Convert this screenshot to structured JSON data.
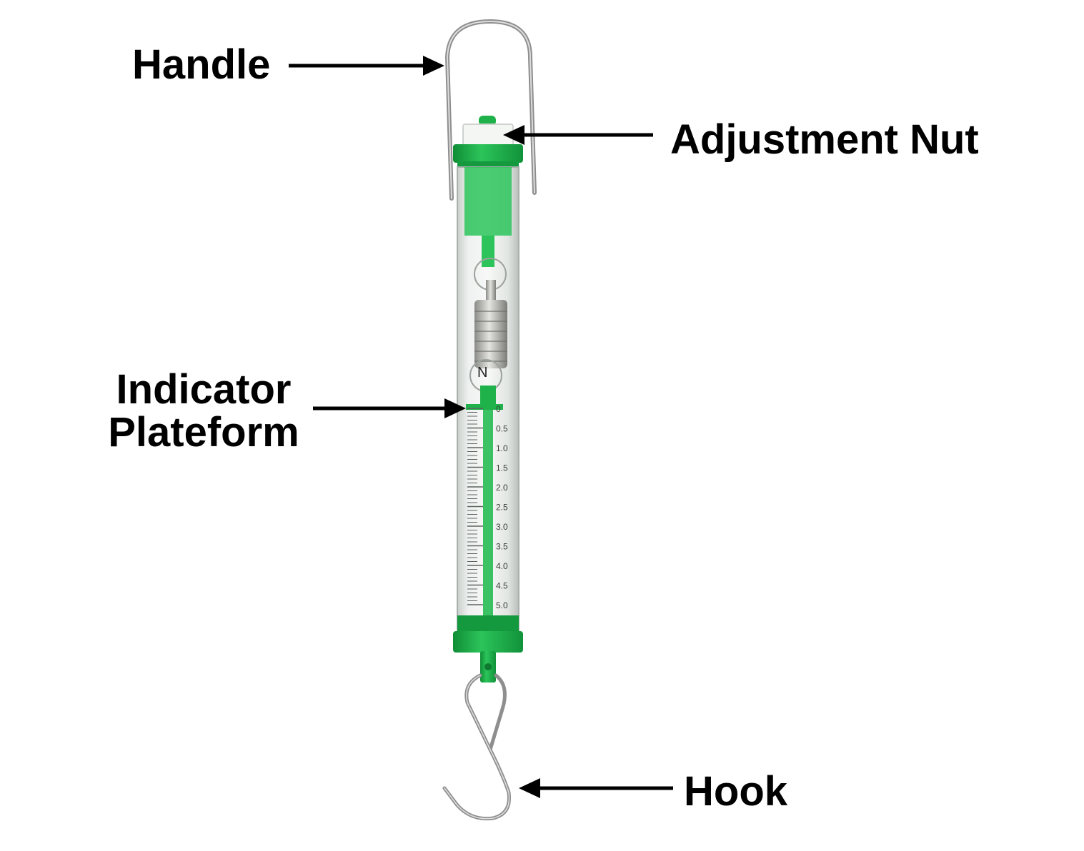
{
  "labels": {
    "handle": "Handle",
    "adjustment_nut": "Adjustment Nut",
    "indicator_line1": "Indicator",
    "indicator_line2": "Plateform",
    "hook": "Hook"
  },
  "scale": {
    "unit": "N",
    "ticks": [
      "0",
      "0.5",
      "1.0",
      "1.5",
      "2.0",
      "2.5",
      "3.0",
      "3.5",
      "4.0",
      "4.5",
      "5.0"
    ]
  },
  "colors": {
    "housing_green": "#1fb24a",
    "arrow": "#000000",
    "metal": "#9a9a9a"
  }
}
